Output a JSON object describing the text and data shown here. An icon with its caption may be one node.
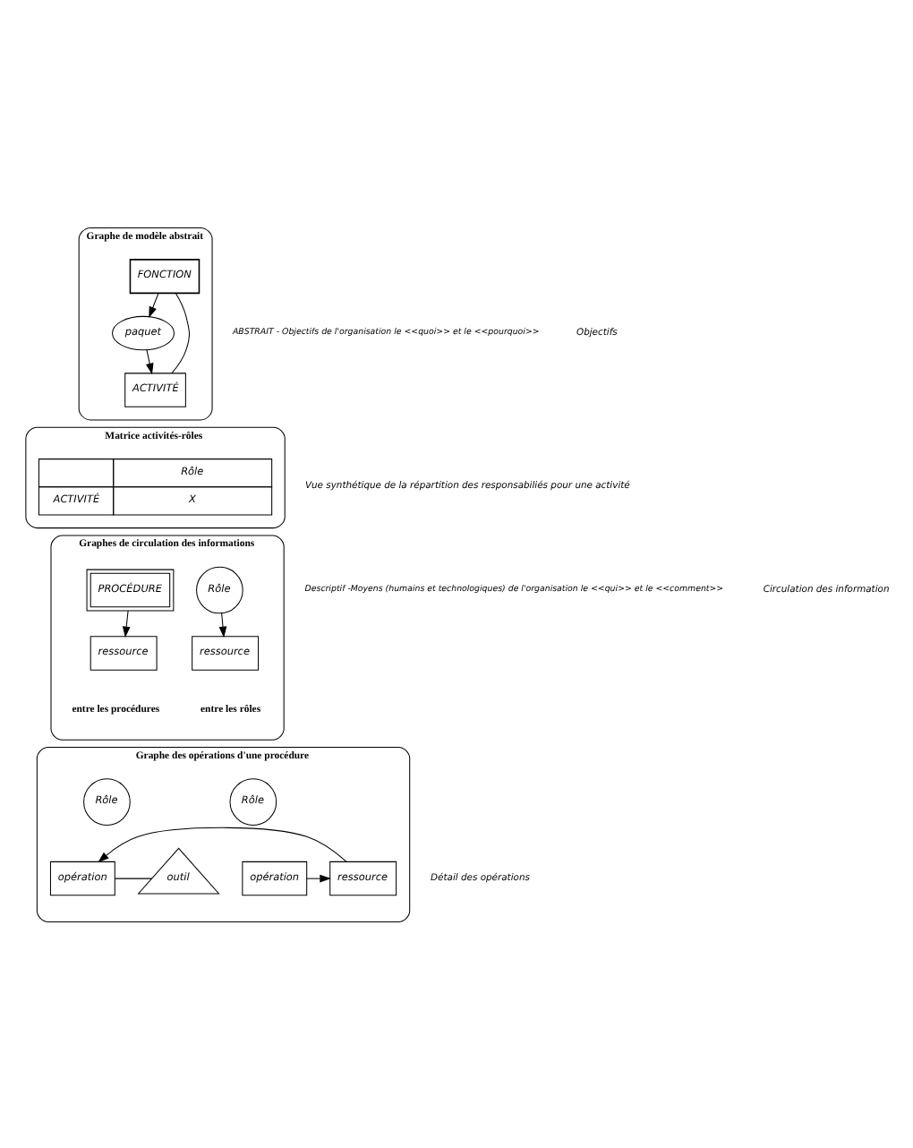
{
  "diagram": {
    "nodes": [
      {
        "text": [
          "Graphe de modèle abstrait"
        ]
      },
      {
        "text": [
          "FONCTION"
        ],
        "in": 0
      },
      {
        "text": [
          "paquet"
        ],
        "in": 0
      },
      {
        "text": [
          "ACTIVITÉ"
        ],
        "in": 0
      },
      {
        "text": [
          "Matrice activités-rôles"
        ]
      },
      {
        "text": [
          "Graphes de circulation des informations"
        ]
      },
      {
        "text": [
          "Rôle"
        ],
        "in": 5
      },
      {
        "text": [
          "ressource"
        ],
        "in": 5
      },
      {
        "text": [
          "ressource"
        ],
        "in": 5
      },
      {
        "text": [
          "PROCÉDURE"
        ],
        "in": 5
      },
      {
        "text": [
          "Graphe des opérations d'une procédure"
        ]
      },
      {
        "text": [
          "Rôle"
        ],
        "in": 10
      },
      {
        "text": [
          "opération"
        ],
        "in": 10
      },
      {
        "text": [
          "ressource"
        ],
        "in": 10
      },
      {
        "text": [
          "Rôle"
        ],
        "in": 10
      },
      {
        "text": [
          "opération"
        ],
        "in": 10
      },
      {
        "text": [
          "outil"
        ],
        "in": 10
      }
    ],
    "edges": [
      {
        "from": 1,
        "to": 2,
        "arrow": "to"
      },
      {
        "from": 2,
        "to": 3,
        "arrow": "to"
      },
      {
        "from": 1,
        "to": 3,
        "arrow": "none"
      },
      {
        "from": 6,
        "to": 7,
        "arrow": "to"
      },
      {
        "from": 9,
        "to": 8,
        "arrow": "to"
      },
      {
        "from": 12,
        "to": 13,
        "arrow": "to"
      },
      {
        "from": 13,
        "to": 15,
        "arrow": "to"
      },
      {
        "from": 15,
        "to": 16,
        "arrow": "none"
      }
    ],
    "labels": [
      "ABSTRAIT - Objectifs de l'organisation le <<quoi>> et le <<pourquoi>>",
      "Objectifs",
      "Rôle",
      "ACTIVITÉ",
      "X",
      "Vue synthétique de la répartition des responsabiliés pour une activité",
      "entre les rôles",
      "entre les procédures",
      "Circulation des information",
      "Descriptif -Moyens (humains et technologiques) de l'organisation le <<qui>> et le <<comment>>",
      "Détail des opérations"
    ]
  }
}
